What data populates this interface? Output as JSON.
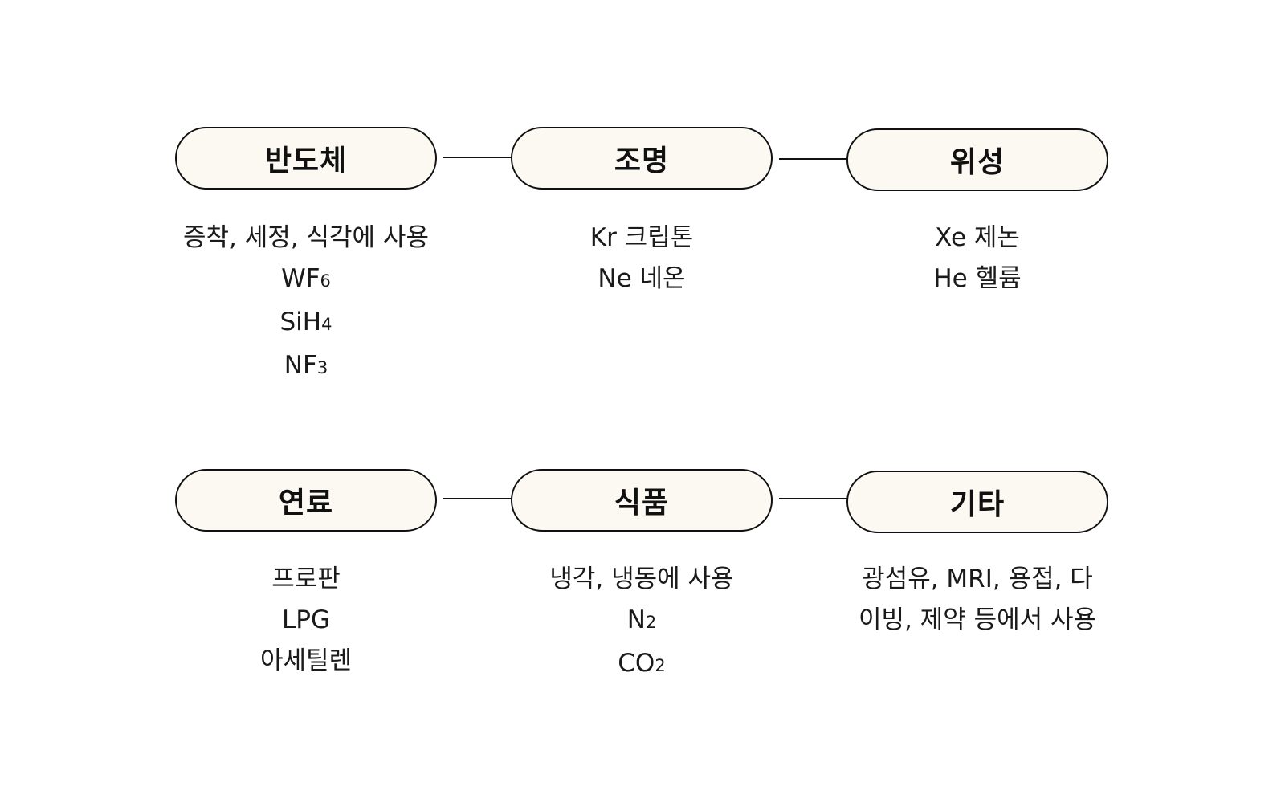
{
  "categories": [
    {
      "title": "반도체",
      "lines": [
        {
          "text": "증착, 세정, 식각에 사용"
        },
        {
          "text": "WF",
          "sub": "6"
        },
        {
          "text": "SiH",
          "sub": "4"
        },
        {
          "text": "NF",
          "sub": "3"
        }
      ]
    },
    {
      "title": "조명",
      "lines": [
        {
          "text": "Kr 크립톤"
        },
        {
          "text": "Ne 네온"
        }
      ]
    },
    {
      "title": "위성",
      "lines": [
        {
          "text": "Xe 제논"
        },
        {
          "text": "He 헬륨"
        }
      ]
    },
    {
      "title": "연료",
      "lines": [
        {
          "text": "프로판"
        },
        {
          "text": "LPG"
        },
        {
          "text": "아세틸렌"
        }
      ]
    },
    {
      "title": "식품",
      "lines": [
        {
          "text": "냉각, 냉동에 사용"
        },
        {
          "text": "N",
          "sub": "2"
        },
        {
          "text": "CO",
          "sub": "2"
        }
      ]
    },
    {
      "title": "기타",
      "lines": [
        {
          "text": "광섬유, MRI, 용접, 다"
        },
        {
          "text": "이빙, 제약 등에서 사용"
        }
      ]
    }
  ]
}
